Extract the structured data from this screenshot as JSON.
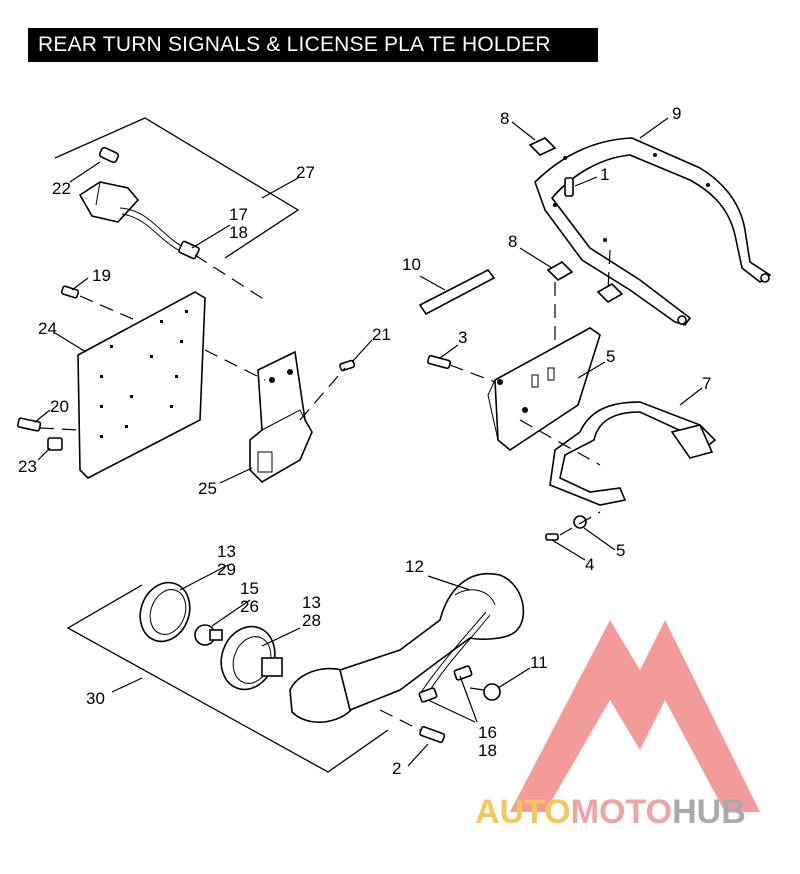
{
  "title": "REAR TURN SIGNALS & LICENSE PLA TE HOLDER",
  "callouts": {
    "c1": "1",
    "c2": "2",
    "c3": "3",
    "c4": "4",
    "c5a": "5",
    "c5b": "5",
    "c7": "7",
    "c8a": "8",
    "c8b": "8",
    "c9": "9",
    "c10": "10",
    "c11": "11",
    "c12": "12",
    "c13a": "13",
    "c13b": "13",
    "c15": "15",
    "c16": "16",
    "c17": "17",
    "c18a": "18",
    "c18b": "18",
    "c19": "19",
    "c20": "20",
    "c21": "21",
    "c22": "22",
    "c23": "23",
    "c24": "24",
    "c25": "25",
    "c26": "26",
    "c27": "27",
    "c28": "28",
    "c29": "29",
    "c30": "30"
  },
  "watermark": {
    "part1": "AUTO",
    "part2": "MOTO",
    "part3": "HUB",
    "color1": "#f5c65a",
    "color2": "#f0a3a0",
    "color3": "#a9a9a9",
    "logo_color": "#f28a87"
  }
}
